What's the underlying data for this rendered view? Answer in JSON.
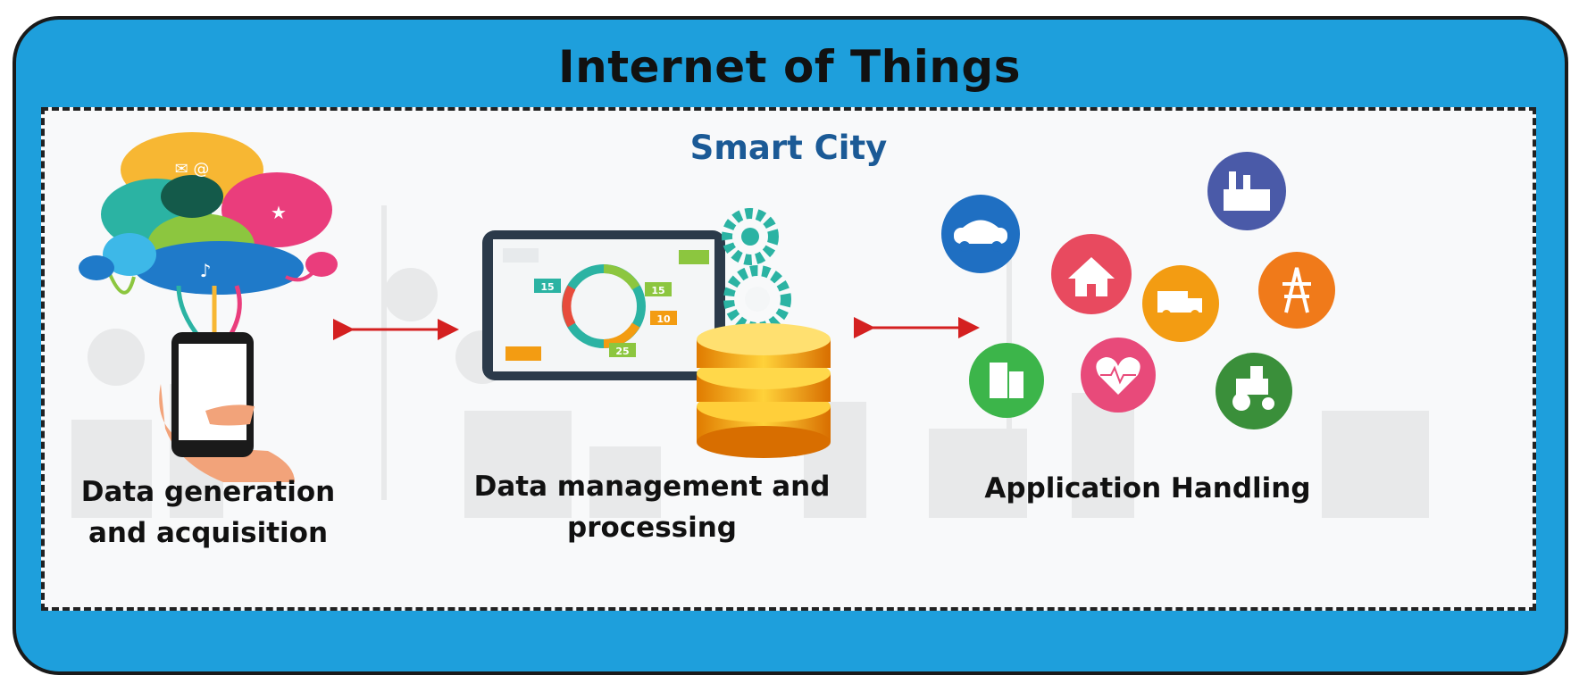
{
  "title": "Internet of Things",
  "subtitle": "Smart City",
  "stages": [
    {
      "label_line1": "Data generation",
      "label_line2": "and acquisition"
    },
    {
      "label_line1": "Data management and",
      "label_line2": "processing"
    },
    {
      "label_line1": "Application Handling"
    }
  ],
  "tablet_numbers": {
    "a": "15",
    "b": "15",
    "c": "10",
    "d": "25"
  },
  "colors": {
    "frame": "#1e9fdc",
    "subtitle": "#1b5a96",
    "arrow": "#d42020",
    "database": "#f2a516"
  }
}
